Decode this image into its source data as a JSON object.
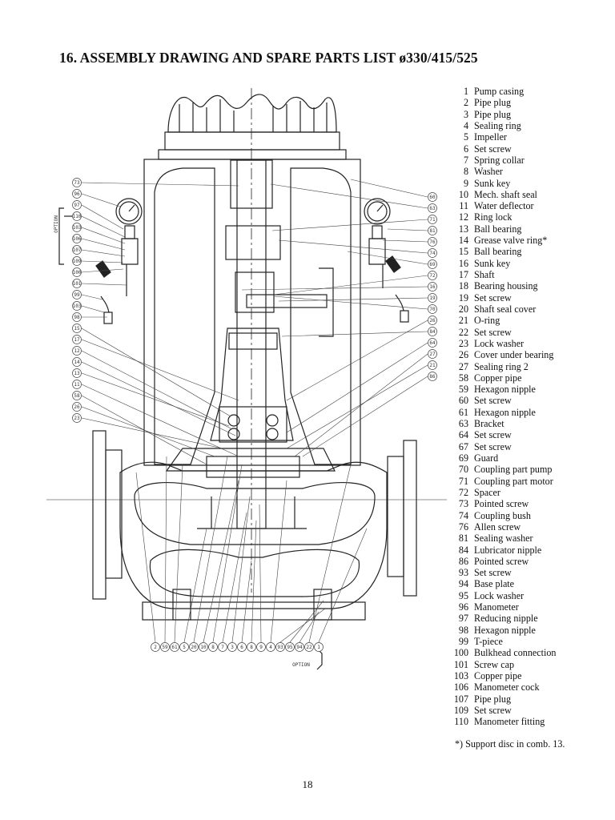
{
  "heading": "16. ASSEMBLY DRAWING AND SPARE PARTS LIST ø330/415/525",
  "parts": [
    {
      "no": "1",
      "name": "Pump casing"
    },
    {
      "no": "2",
      "name": "Pipe plug"
    },
    {
      "no": "3",
      "name": "Pipe plug"
    },
    {
      "no": "4",
      "name": "Sealing ring"
    },
    {
      "no": "5",
      "name": "Impeller"
    },
    {
      "no": "6",
      "name": "Set screw"
    },
    {
      "no": "7",
      "name": "Spring collar"
    },
    {
      "no": "8",
      "name": "Washer"
    },
    {
      "no": "9",
      "name": "Sunk key"
    },
    {
      "no": "10",
      "name": "Mech. shaft seal"
    },
    {
      "no": "11",
      "name": "Water deflector"
    },
    {
      "no": "12",
      "name": "Ring lock"
    },
    {
      "no": "13",
      "name": "Ball bearing"
    },
    {
      "no": "14",
      "name": "Grease valve ring*"
    },
    {
      "no": "15",
      "name": "Ball bearing"
    },
    {
      "no": "16",
      "name": "Sunk key"
    },
    {
      "no": "17",
      "name": "Shaft"
    },
    {
      "no": "18",
      "name": "Bearing housing"
    },
    {
      "no": "19",
      "name": "Set screw"
    },
    {
      "no": "20",
      "name": "Shaft seal cover"
    },
    {
      "no": "21",
      "name": "O-ring"
    },
    {
      "no": "22",
      "name": "Set screw"
    },
    {
      "no": "23",
      "name": "Lock washer"
    },
    {
      "no": "26",
      "name": "Cover under bearing"
    },
    {
      "no": "27",
      "name": "Sealing ring 2"
    },
    {
      "no": "58",
      "name": "Copper pipe"
    },
    {
      "no": "59",
      "name": "Hexagon nipple"
    },
    {
      "no": "60",
      "name": "Set screw"
    },
    {
      "no": "61",
      "name": "Hexagon nipple"
    },
    {
      "no": "63",
      "name": "Bracket"
    },
    {
      "no": "64",
      "name": "Set screw"
    },
    {
      "no": "67",
      "name": "Set screw"
    },
    {
      "no": "69",
      "name": "Guard"
    },
    {
      "no": "70",
      "name": "Coupling part pump"
    },
    {
      "no": "71",
      "name": "Coupling part motor"
    },
    {
      "no": "72",
      "name": "Spacer"
    },
    {
      "no": "73",
      "name": "Pointed screw"
    },
    {
      "no": "74",
      "name": "Coupling bush"
    },
    {
      "no": "76",
      "name": "Allen screw"
    },
    {
      "no": "81",
      "name": "Sealing washer"
    },
    {
      "no": "84",
      "name": "Lubricator nipple"
    },
    {
      "no": "86",
      "name": "Pointed screw"
    },
    {
      "no": "93",
      "name": "Set screw"
    },
    {
      "no": "94",
      "name": "Base plate"
    },
    {
      "no": "95",
      "name": "Lock washer"
    },
    {
      "no": "96",
      "name": "Manometer"
    },
    {
      "no": "97",
      "name": "Reducing nipple"
    },
    {
      "no": "98",
      "name": "Hexagon nipple"
    },
    {
      "no": "99",
      "name": "T-piece"
    },
    {
      "no": "100",
      "name": "Bulkhead connection"
    },
    {
      "no": "101",
      "name": "Screw cap"
    },
    {
      "no": "103",
      "name": "Copper pipe"
    },
    {
      "no": "106",
      "name": "Manometer cock"
    },
    {
      "no": "107",
      "name": "Pipe plug"
    },
    {
      "no": "109",
      "name": "Set screw"
    },
    {
      "no": "110",
      "name": "Manometer fitting"
    }
  ],
  "footnote": "*) Support disc in comb. 13.",
  "page_number": "18",
  "drawing": {
    "option_label_left": "OPTION",
    "option_label_bottom": "OPTION",
    "left_callouts": [
      "73",
      "96",
      "97",
      "110",
      "103",
      "106",
      "107",
      "109",
      "100",
      "101",
      "99",
      "103",
      "98",
      "15",
      "17",
      "12",
      "14",
      "13",
      "11",
      "58",
      "26",
      "23"
    ],
    "right_callouts": [
      "60",
      "63",
      "71",
      "81",
      "76",
      "74",
      "69",
      "72",
      "16",
      "19",
      "70",
      "26",
      "84",
      "64",
      "27",
      "21",
      "86"
    ],
    "bottom_callouts": [
      "2",
      "59",
      "61",
      "5",
      "20",
      "10",
      "8",
      "7",
      "3",
      "6",
      "8",
      "9",
      "4",
      "93",
      "95",
      "94",
      "22",
      "1"
    ]
  }
}
